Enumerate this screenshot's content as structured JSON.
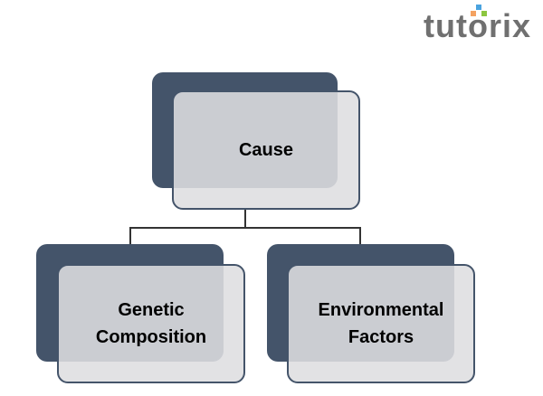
{
  "logo": {
    "text": "tutorix"
  },
  "nodes": {
    "root": "Cause",
    "left": "Genetic Composition",
    "right": "Environmental Factors"
  },
  "colors": {
    "dark": "#44546a",
    "light": "#dedee0"
  }
}
